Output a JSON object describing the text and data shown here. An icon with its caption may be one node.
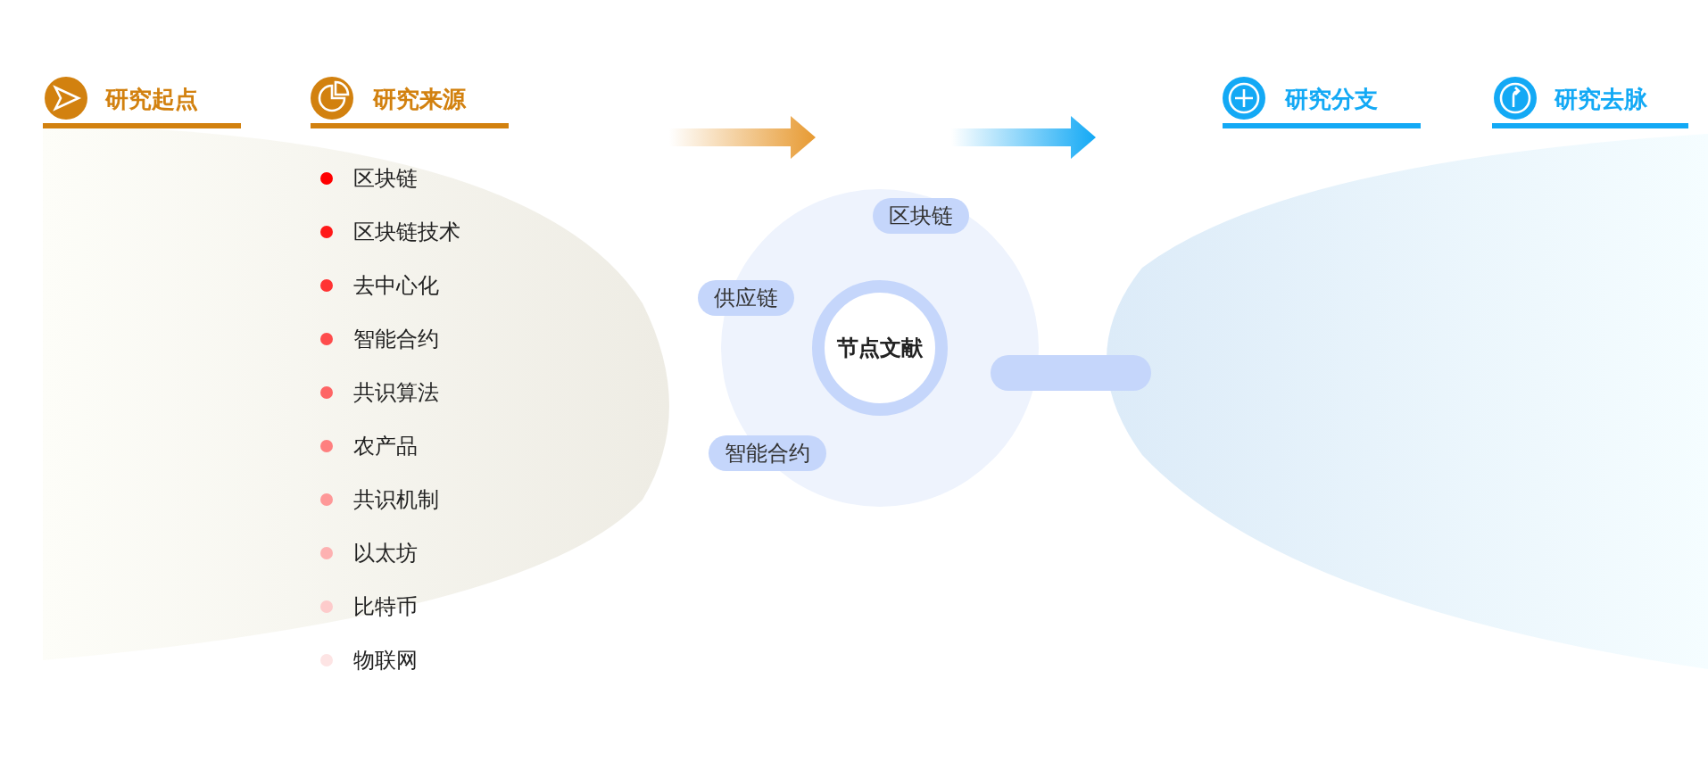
{
  "diagram": {
    "nodes": [
      {
        "text": [
          "区块链"
        ]
      },
      {
        "text": [
          "供应链"
        ]
      },
      {
        "text": [
          "节点文献"
        ]
      },
      {
        "text": [],
        "shape": "box"
      },
      {
        "text": [
          "智能合约"
        ]
      }
    ],
    "labels": [
      "研究起点",
      "研究来源",
      "研究分支",
      "研究去脉",
      "区块链",
      "区块链技术",
      "去中心化",
      "智能合约",
      "共识算法",
      "农产品",
      "共识机制",
      "以太坊",
      "比特币",
      "物联网"
    ]
  }
}
